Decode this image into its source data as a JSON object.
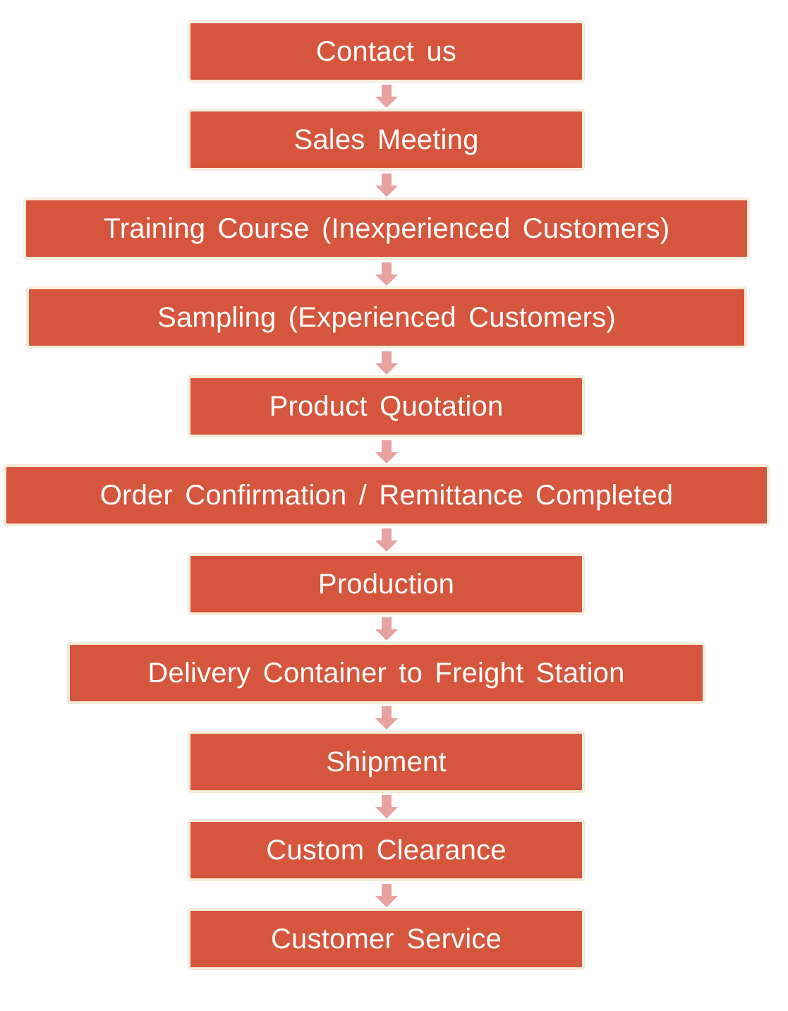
{
  "colors": {
    "box_fill": "#d6553d",
    "box_border": "#f7eedc",
    "arrow": "#e9a2a0",
    "text": "#ffffff"
  },
  "steps": [
    {
      "label": "Contact us"
    },
    {
      "label": "Sales Meeting"
    },
    {
      "label": "Training Course (Inexperienced Customers)"
    },
    {
      "label": "Sampling (Experienced Customers)"
    },
    {
      "label": "Product Quotation"
    },
    {
      "label": "Order Confirmation / Remittance Completed"
    },
    {
      "label": "Production"
    },
    {
      "label": "Delivery Container to Freight Station"
    },
    {
      "label": "Shipment"
    },
    {
      "label": "Custom Clearance"
    },
    {
      "label": "Customer Service"
    }
  ],
  "connectors": {
    "icon": "arrow-down-icon",
    "count": 10
  }
}
